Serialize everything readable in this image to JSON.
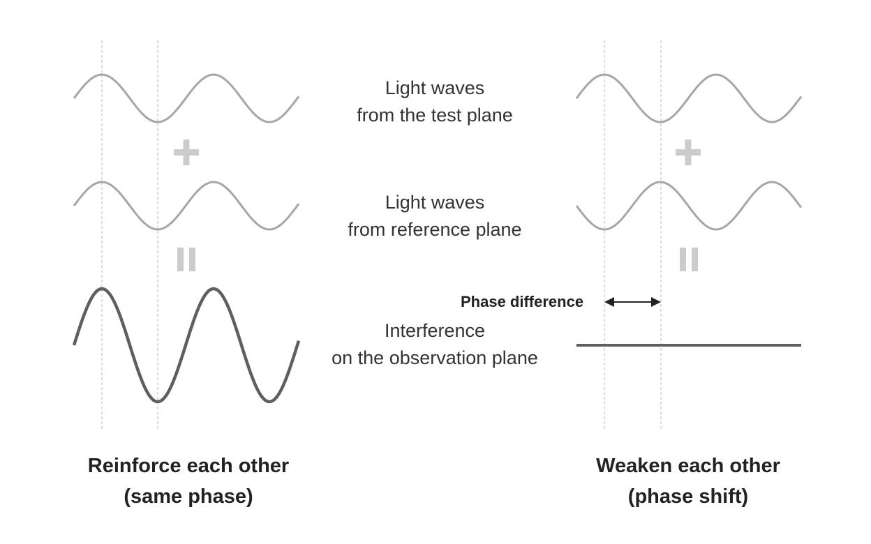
{
  "labels": {
    "test_plane": [
      "Light waves",
      "from the test plane"
    ],
    "reference_plane": [
      "Light waves",
      "from reference plane"
    ],
    "interference": [
      "Interference",
      "on the observation plane"
    ]
  },
  "left_caption": [
    "Reinforce each other",
    "(same phase)"
  ],
  "right_caption": [
    "Weaken each other",
    "(phase shift)"
  ],
  "phase_difference_label": "Phase difference",
  "colors": {
    "light_wave": "#a6a6a6",
    "result_wave": "#5f5f5f",
    "operator": "#cccccc",
    "guide_line": "#c4c4c4",
    "arrow": "#222222"
  },
  "icons": [
    "plus-sign",
    "equals-sign",
    "double-headed-arrow"
  ]
}
